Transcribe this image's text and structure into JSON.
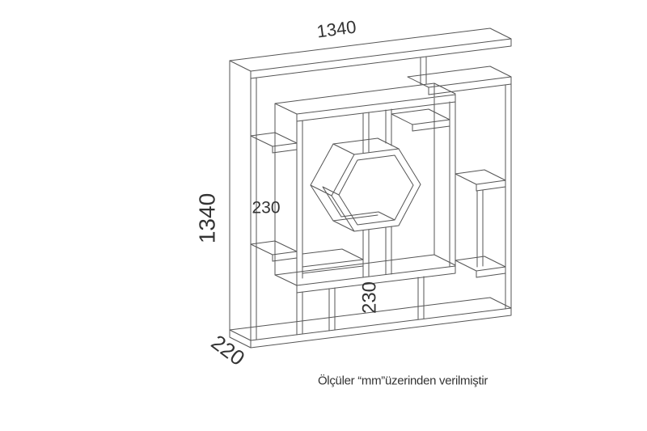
{
  "drawing": {
    "labels": {
      "width": "1340",
      "height": "1340",
      "depth": "220",
      "left_compartment": "230",
      "bottom_compartment": "230"
    },
    "footer_note": "Ölçüler “mm”üzerinden verilmiştir",
    "colors": {
      "line": "#555555",
      "text": "#333333",
      "background": "#ffffff"
    }
  }
}
